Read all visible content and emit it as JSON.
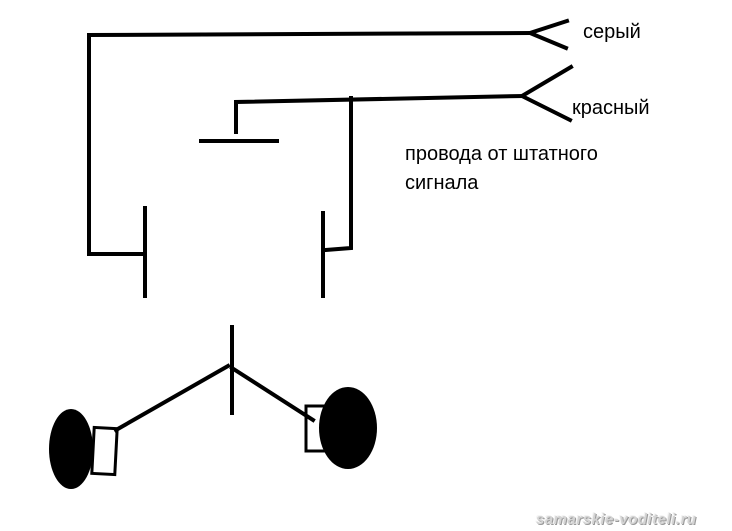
{
  "labels": {
    "gray_wire": "серый",
    "red_wire": "красный",
    "caption_line1": "провода от штатного",
    "caption_line2": "сигнала"
  },
  "watermark": "samarskie-voditeli.ru",
  "colors": {
    "line": "#000000",
    "background": "#ffffff",
    "watermark": "#d4d4d4"
  }
}
